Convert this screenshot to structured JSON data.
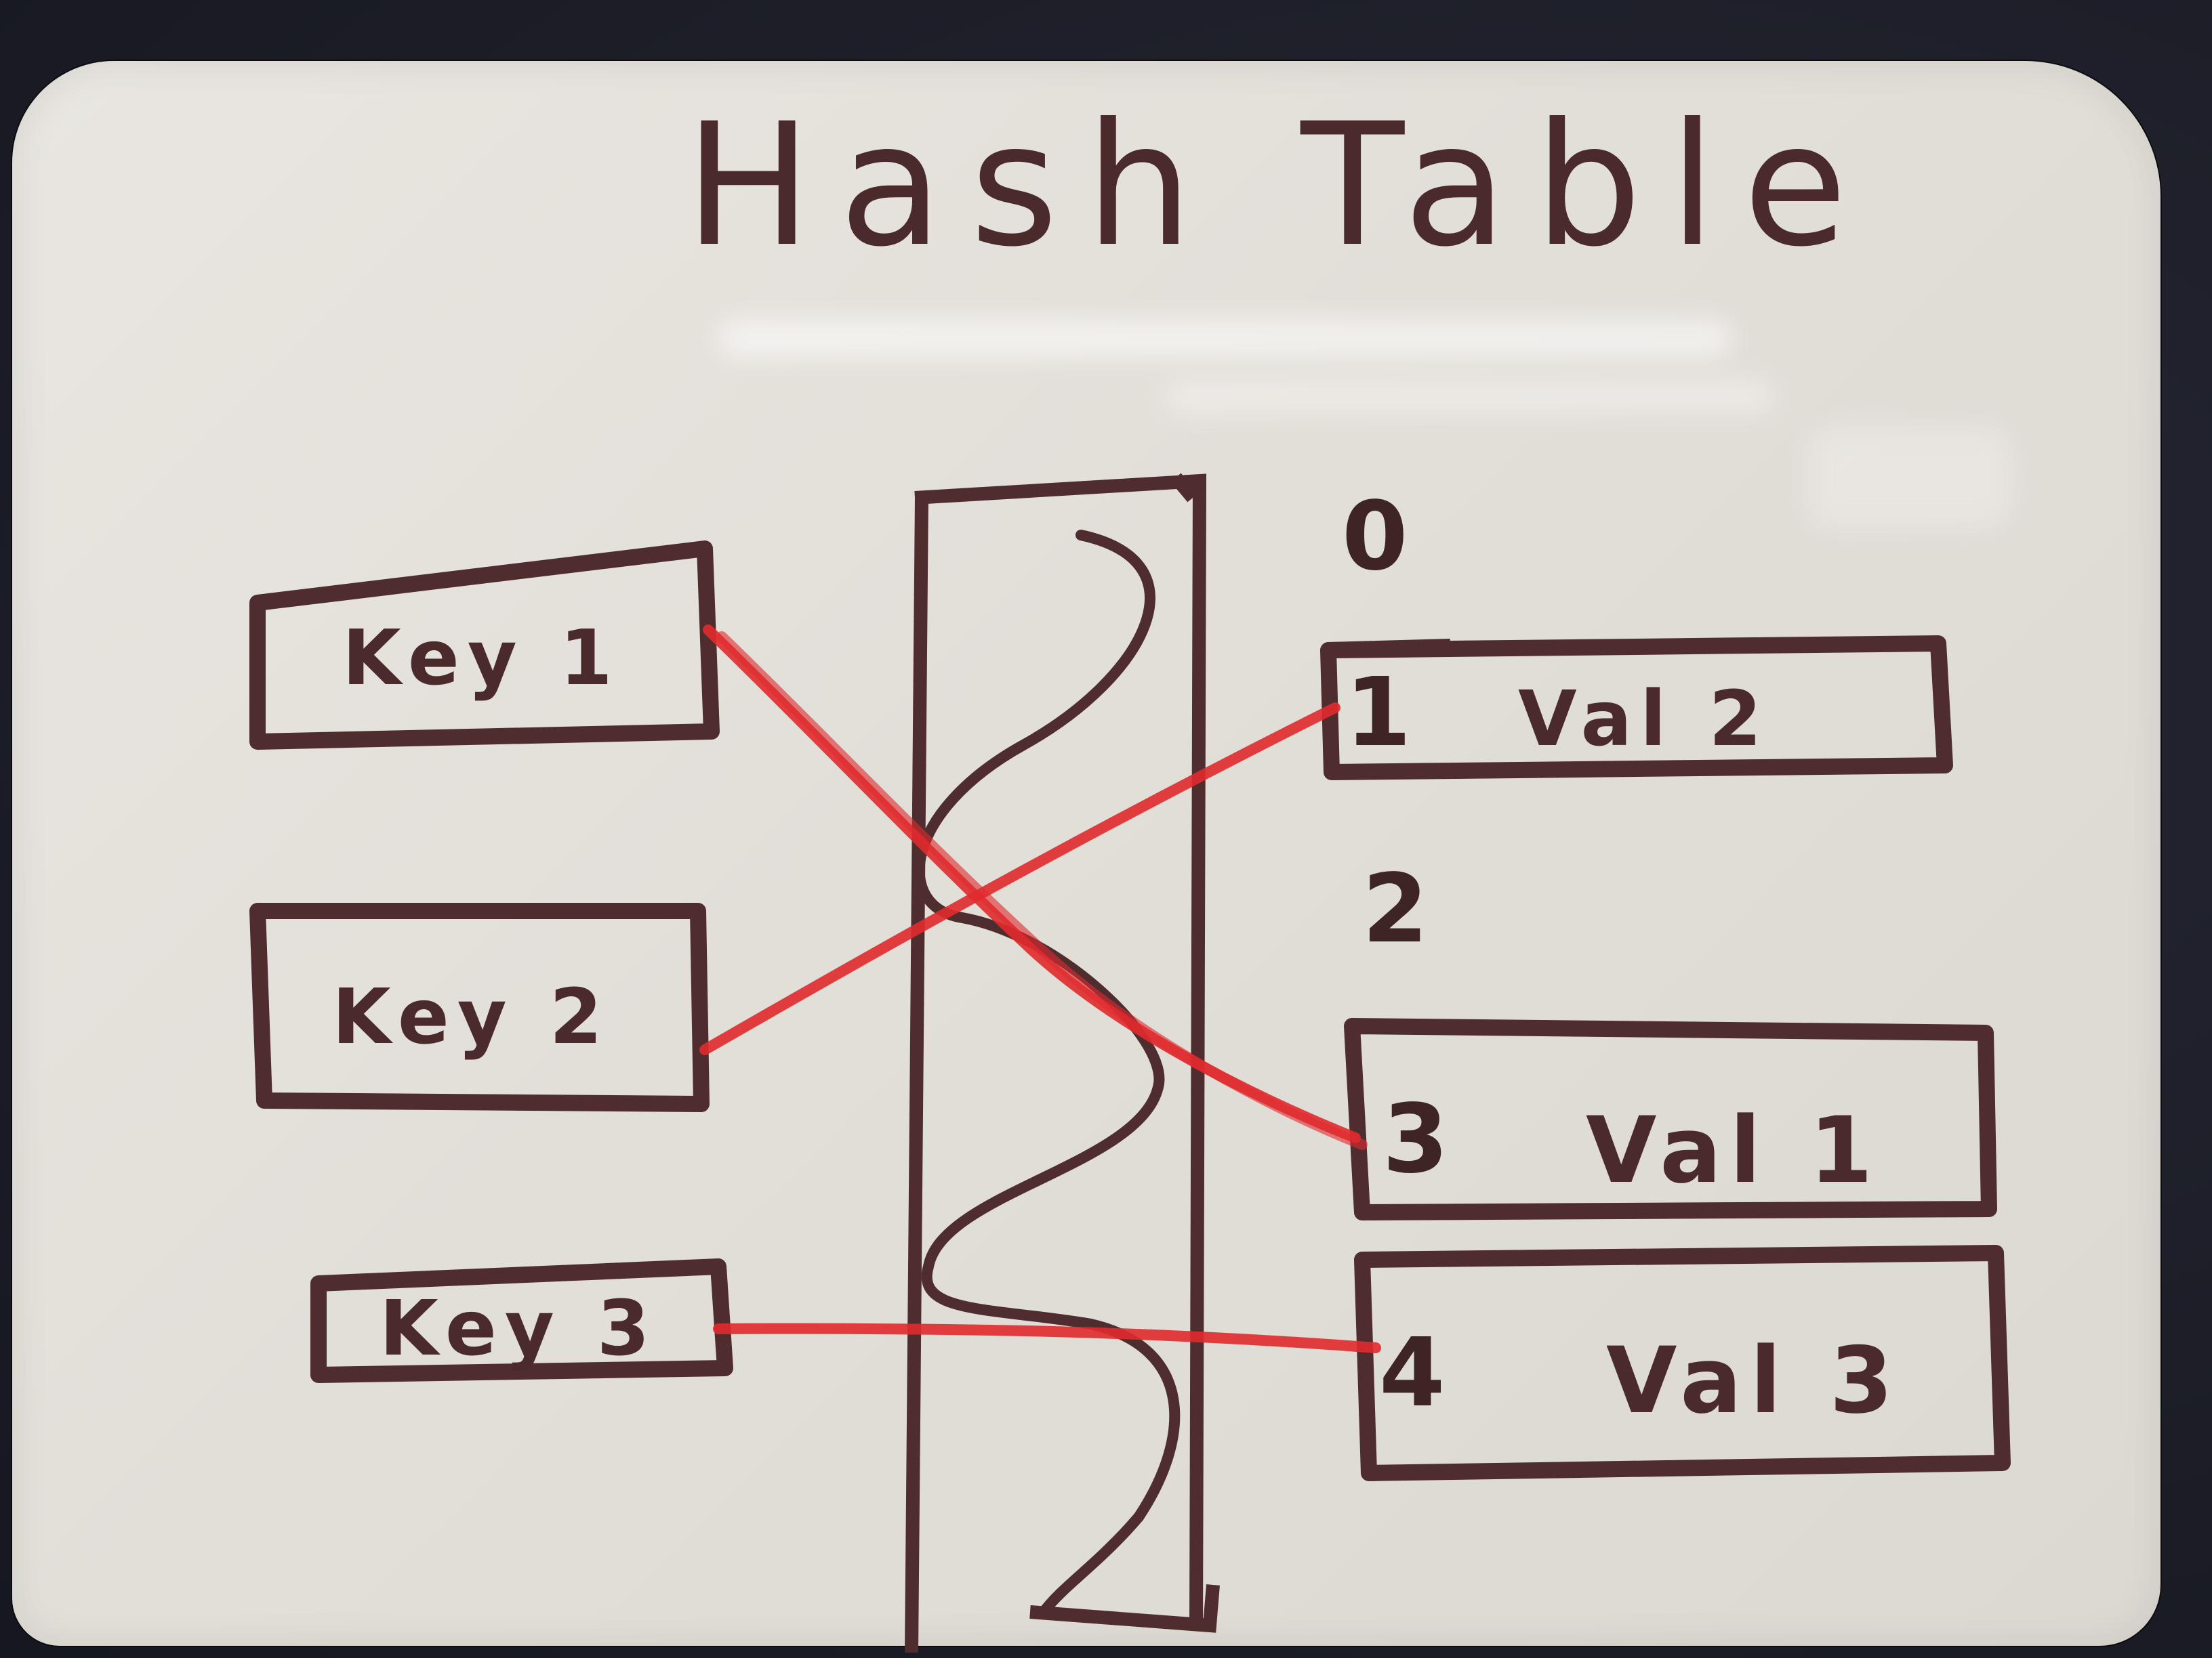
{
  "title": "Hash Table",
  "keys": [
    "Key 1",
    "Key 2",
    "Key 3"
  ],
  "indices": [
    "0",
    "1",
    "2",
    "3",
    "4"
  ],
  "values": [
    "Val 2",
    "Val 1",
    "Val 3"
  ],
  "mappings": [
    {
      "from": "Key 1",
      "to_index": "3"
    },
    {
      "from": "Key 2",
      "to_index": "1"
    },
    {
      "from": "Key 3",
      "to_index": "4"
    }
  ],
  "colors": {
    "marker_brown": "#4f2d2e",
    "marker_red": "#e02a2e",
    "board": "#e6e3de"
  }
}
